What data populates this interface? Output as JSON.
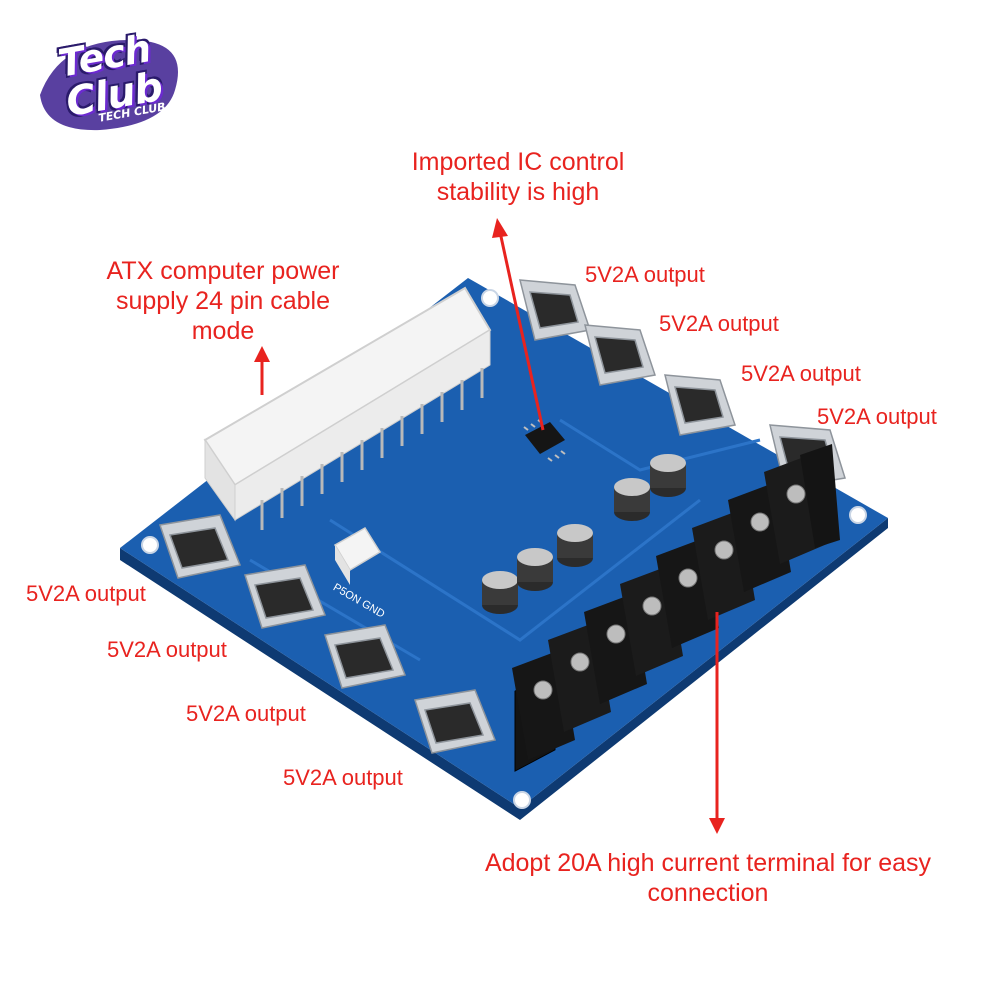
{
  "logo": {
    "line1": "Tech",
    "line2": "Club",
    "small": "TECH CLUB"
  },
  "callouts": {
    "ic": [
      "Imported IC control",
      "stability is high"
    ],
    "atx": [
      "ATX computer power",
      "supply 24 pin cable",
      "mode"
    ],
    "terminal": [
      "Adopt 20A high current terminal for easy",
      "connection"
    ]
  },
  "usb_labels": {
    "right": [
      "5V2A output",
      "5V2A output",
      "5V2A output",
      "5V2A output"
    ],
    "left": [
      "5V2A output",
      "5V2A output",
      "5V2A output",
      "5V2A output"
    ]
  },
  "board_silk": {
    "header": "P5ON GND"
  },
  "colors": {
    "board": "#1b5fb0",
    "text": "#e8231f"
  }
}
